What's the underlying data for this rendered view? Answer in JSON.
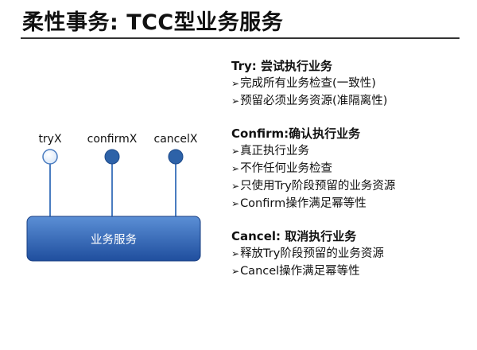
{
  "title": "柔性事务: TCC型业务服务",
  "diagram": {
    "service_label": "业务服务",
    "ports": [
      {
        "label": "tryX",
        "style": "light"
      },
      {
        "label": "confirmX",
        "style": "dark"
      },
      {
        "label": "cancelX",
        "style": "dark"
      }
    ],
    "colors": {
      "box_top": "#5b8fd6",
      "box_bottom": "#1f4e9e",
      "node_dark": "#2d62a8",
      "node_light": "#dbe8f8",
      "line": "#4a7cc0"
    }
  },
  "sections": [
    {
      "heading": "Try: 尝试执行业务",
      "items": [
        "完成所有业务检查(一致性)",
        "预留必须业务资源(准隔离性)"
      ]
    },
    {
      "heading": "Confirm:确认执行业务",
      "items": [
        "真正执行业务",
        "不作任何业务检查",
        "只使用Try阶段预留的业务资源",
        "Confirm操作满足幂等性"
      ]
    },
    {
      "heading": "Cancel:  取消执行业务",
      "items": [
        "释放Try阶段预留的业务资源",
        "Cancel操作满足幂等性"
      ]
    }
  ],
  "bullet_glyph": "➢"
}
